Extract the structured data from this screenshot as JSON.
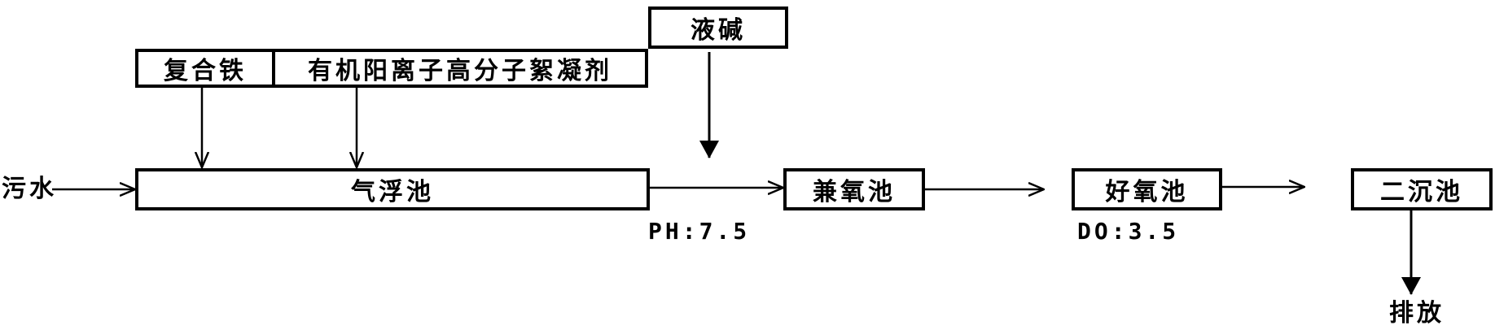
{
  "inputs": {
    "sewage": "污水",
    "composite_iron": "复合铁",
    "flocculant": "有机阳离子高分子絮凝剂",
    "liquid_alkali": "液碱"
  },
  "units": {
    "air_flotation": "气浮池",
    "anoxic": "兼氧池",
    "aerobic": "好氧池",
    "secondary_clarifier": "二沉池"
  },
  "parameters": {
    "ph": "PH:7.5",
    "do": "DO:3.5"
  },
  "output": {
    "discharge": "排放"
  }
}
